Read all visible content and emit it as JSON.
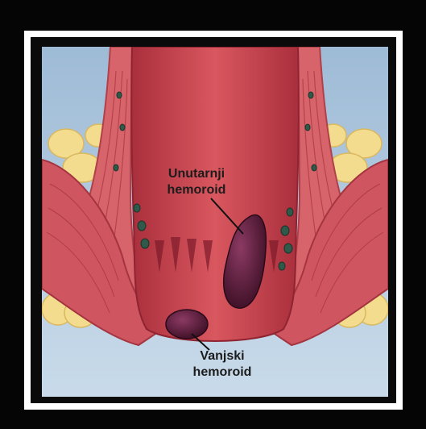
{
  "labels": {
    "internal": [
      "Unutarnji",
      "hemoroid"
    ],
    "external": [
      "Vanjski",
      "hemoroid"
    ]
  },
  "colors": {
    "background_sky": "#a8c4dc",
    "frame_black": "#050505",
    "mat_white": "#ffffff",
    "tissue_red": "#c9414a",
    "muscle_red": "#d86468",
    "fat_yellow": "#f2dc8c",
    "hemorrhoid_purple": "#5c1f3a",
    "vein_teal": "#2e5a4a"
  }
}
